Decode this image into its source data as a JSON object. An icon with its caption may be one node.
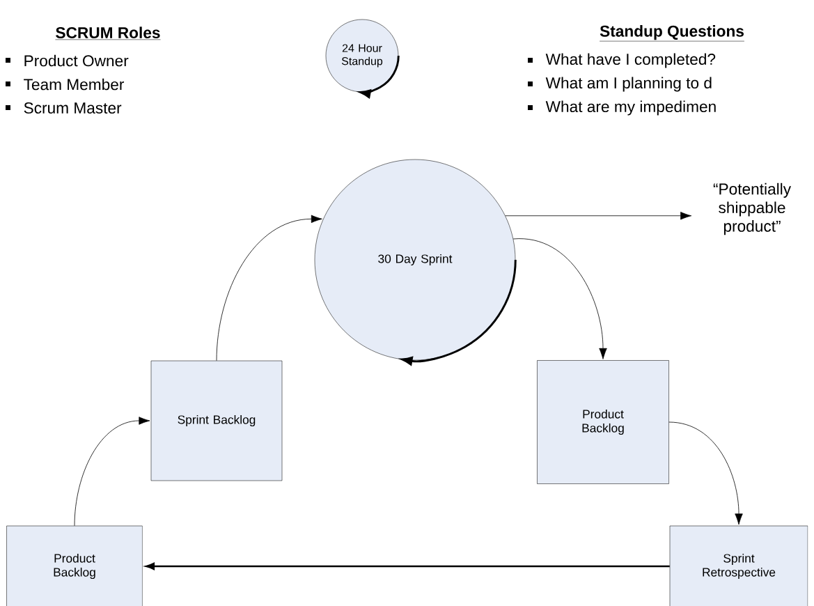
{
  "diagram": {
    "nodes": [
      {
        "text": [
          "24 Hour Standup"
        ]
      },
      {
        "text": [
          "30 Day Sprint"
        ]
      },
      {
        "text": [
          "“Potentially shippable product”"
        ]
      },
      {
        "text": [
          "Sprint Backlog"
        ]
      },
      {
        "text": [
          "Product Backlog"
        ]
      },
      {
        "text": [
          "Product Backlog"
        ]
      },
      {
        "text": [
          "Sprint Retrospective"
        ]
      }
    ],
    "edges": [
      {
        "from": 1,
        "to": 2,
        "arrow": "to"
      },
      {
        "from": 1,
        "to": 4,
        "arrow": "to"
      },
      {
        "from": 4,
        "to": 6,
        "arrow": "to"
      },
      {
        "from": 6,
        "to": 5,
        "arrow": "to",
        "style": "thick"
      },
      {
        "from": 5,
        "to": 3,
        "arrow": "to"
      },
      {
        "from": 3,
        "to": 1,
        "arrow": "to"
      }
    ],
    "labels": [
      "SCRUM Roles",
      "Product Owner",
      "Team Member",
      "Scrum Master",
      "Standup Questions",
      "What have I completed?",
      "What am I planning to d",
      "What are my impedimen"
    ]
  }
}
